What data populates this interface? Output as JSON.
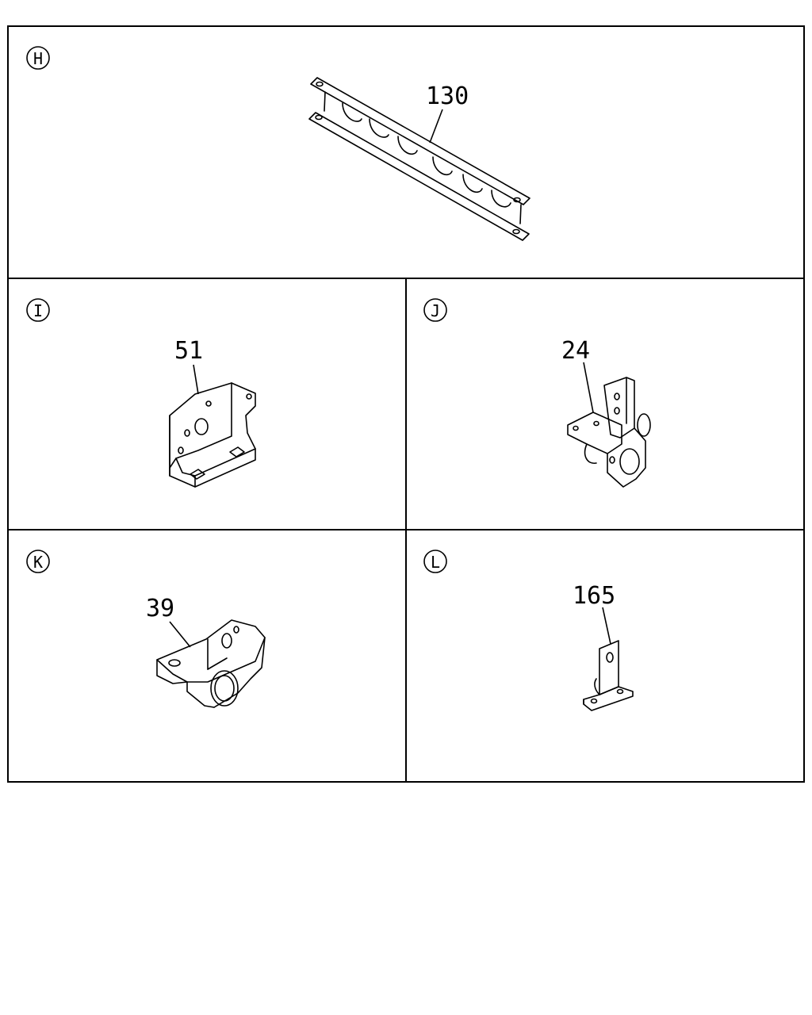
{
  "panels": [
    {
      "id": "H",
      "label": "H",
      "part_number": "130"
    },
    {
      "id": "I",
      "label": "I",
      "part_number": "51"
    },
    {
      "id": "J",
      "label": "J",
      "part_number": "24"
    },
    {
      "id": "K",
      "label": "K",
      "part_number": "39"
    },
    {
      "id": "L",
      "label": "L",
      "part_number": "165"
    }
  ],
  "colors": {
    "line": "#000000",
    "background": "#ffffff"
  }
}
